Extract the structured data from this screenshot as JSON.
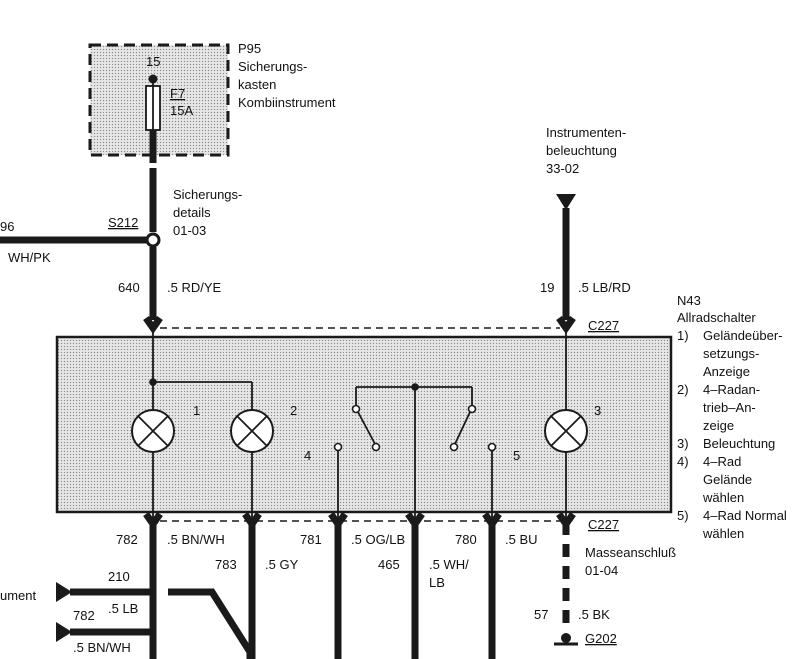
{
  "fuse_box": {
    "id": "P95",
    "line1": "Sicherungs-",
    "line2": "kasten",
    "line3": "Kombiinstrument",
    "terminal": "15",
    "fuse_id": "F7",
    "fuse_rating": "15A"
  },
  "splice": {
    "id": "S212",
    "ref_line1": "Sicherungs-",
    "ref_line2": "details",
    "ref_line3": "01-03",
    "left_circuit": "96",
    "left_wire": "WH/PK"
  },
  "illumination": {
    "line1": "Instrumenten-",
    "line2": "beleuchtung",
    "line3": "33-02"
  },
  "wires_top": [
    {
      "circuit": "640",
      "spec": ".5 RD/YE"
    },
    {
      "circuit": "19",
      "spec": ".5 LB/RD"
    }
  ],
  "connector": "C227",
  "switch": {
    "id": "N43",
    "title": "Allradschalter",
    "legend": [
      {
        "num": "1)",
        "lines": [
          "Geländeüber-",
          "setzungs-",
          "Anzeige"
        ]
      },
      {
        "num": "2)",
        "lines": [
          "4–Radan-",
          "trieb–An-",
          "zeige"
        ]
      },
      {
        "num": "3)",
        "lines": [
          "Beleuchtung"
        ]
      },
      {
        "num": "4)",
        "lines": [
          "4–Rad",
          "Gelände",
          "wählen"
        ]
      },
      {
        "num": "5)",
        "lines": [
          "4–Rad Normal",
          "wählen"
        ]
      }
    ],
    "labels": [
      "1",
      "2",
      "3",
      "4",
      "5"
    ]
  },
  "wires_bottom": [
    {
      "circuit": "782",
      "spec": ".5 BN/WH"
    },
    {
      "circuit": "783",
      "spec": ".5 GY"
    },
    {
      "circuit": "781",
      "spec": ".5 OG/LB"
    },
    {
      "circuit": "465",
      "spec": ".5 WH/",
      "spec2": "LB"
    },
    {
      "circuit": "780",
      "spec": ".5 BU"
    }
  ],
  "ground": {
    "line1": "Masseanschluß",
    "line2": "01-04",
    "circuit": "57",
    "spec": ".5 BK",
    "id": "G202"
  },
  "left_bottom": {
    "label": "ument",
    "circuit_a": "210",
    "circuit_b": "782",
    "spec_b": ".5 LB",
    "spec_c": ".5 BN/WH"
  }
}
